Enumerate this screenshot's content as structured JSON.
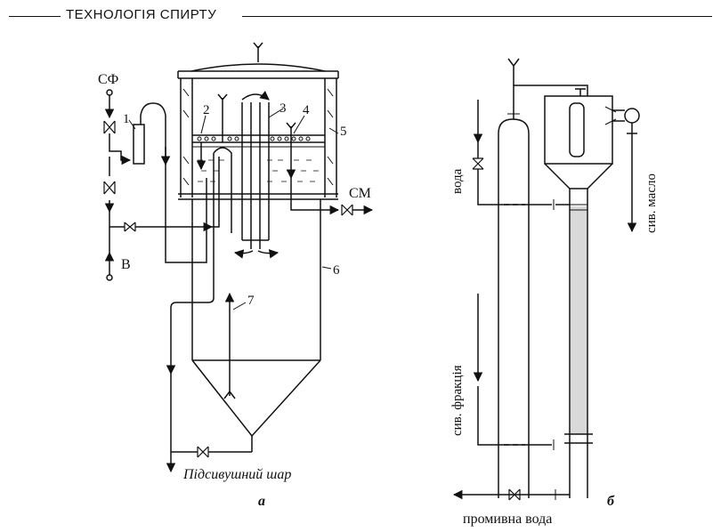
{
  "header": {
    "title": "ТЕХНОЛОГІЯ СПИРТУ"
  },
  "diagram_a": {
    "caption": "а",
    "label_sf": "СФ",
    "label_v": "В",
    "label_sm": "СМ",
    "bottom_label": "Підсивушний шар",
    "numbers": [
      "1",
      "2",
      "3",
      "4",
      "5",
      "6",
      "7"
    ]
  },
  "diagram_b": {
    "caption": "б",
    "label_voda": "вода",
    "label_fraction": "сив. фракція",
    "label_oil": "сив. масло",
    "label_wash": "промивна вода"
  }
}
